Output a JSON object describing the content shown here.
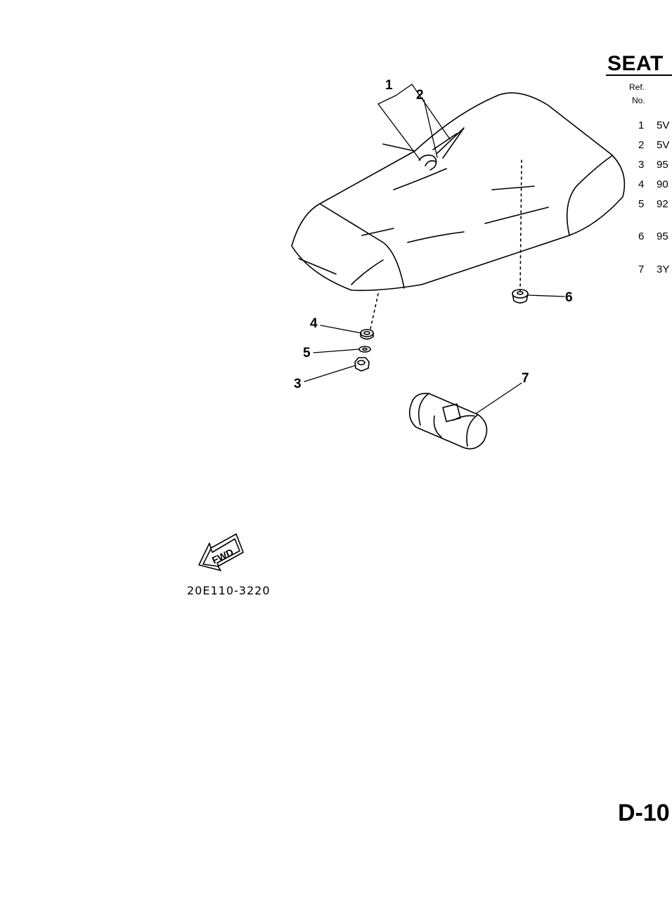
{
  "title": "SEAT",
  "table": {
    "header_ref": "Ref.",
    "header_no": "No.",
    "rows": [
      {
        "ref": "1",
        "part": "5V"
      },
      {
        "ref": "2",
        "part": "5V"
      },
      {
        "ref": "3",
        "part": "95"
      },
      {
        "ref": "4",
        "part": "90"
      },
      {
        "ref": "5",
        "part": "92"
      },
      {
        "ref": "6",
        "part": "95"
      },
      {
        "ref": "7",
        "part": "3Y"
      }
    ]
  },
  "callouts": [
    "1",
    "2",
    "3",
    "4",
    "5",
    "6",
    "7"
  ],
  "fwd_label": "FWD",
  "figure_code": "20E110-3220",
  "page_number": "D-10"
}
